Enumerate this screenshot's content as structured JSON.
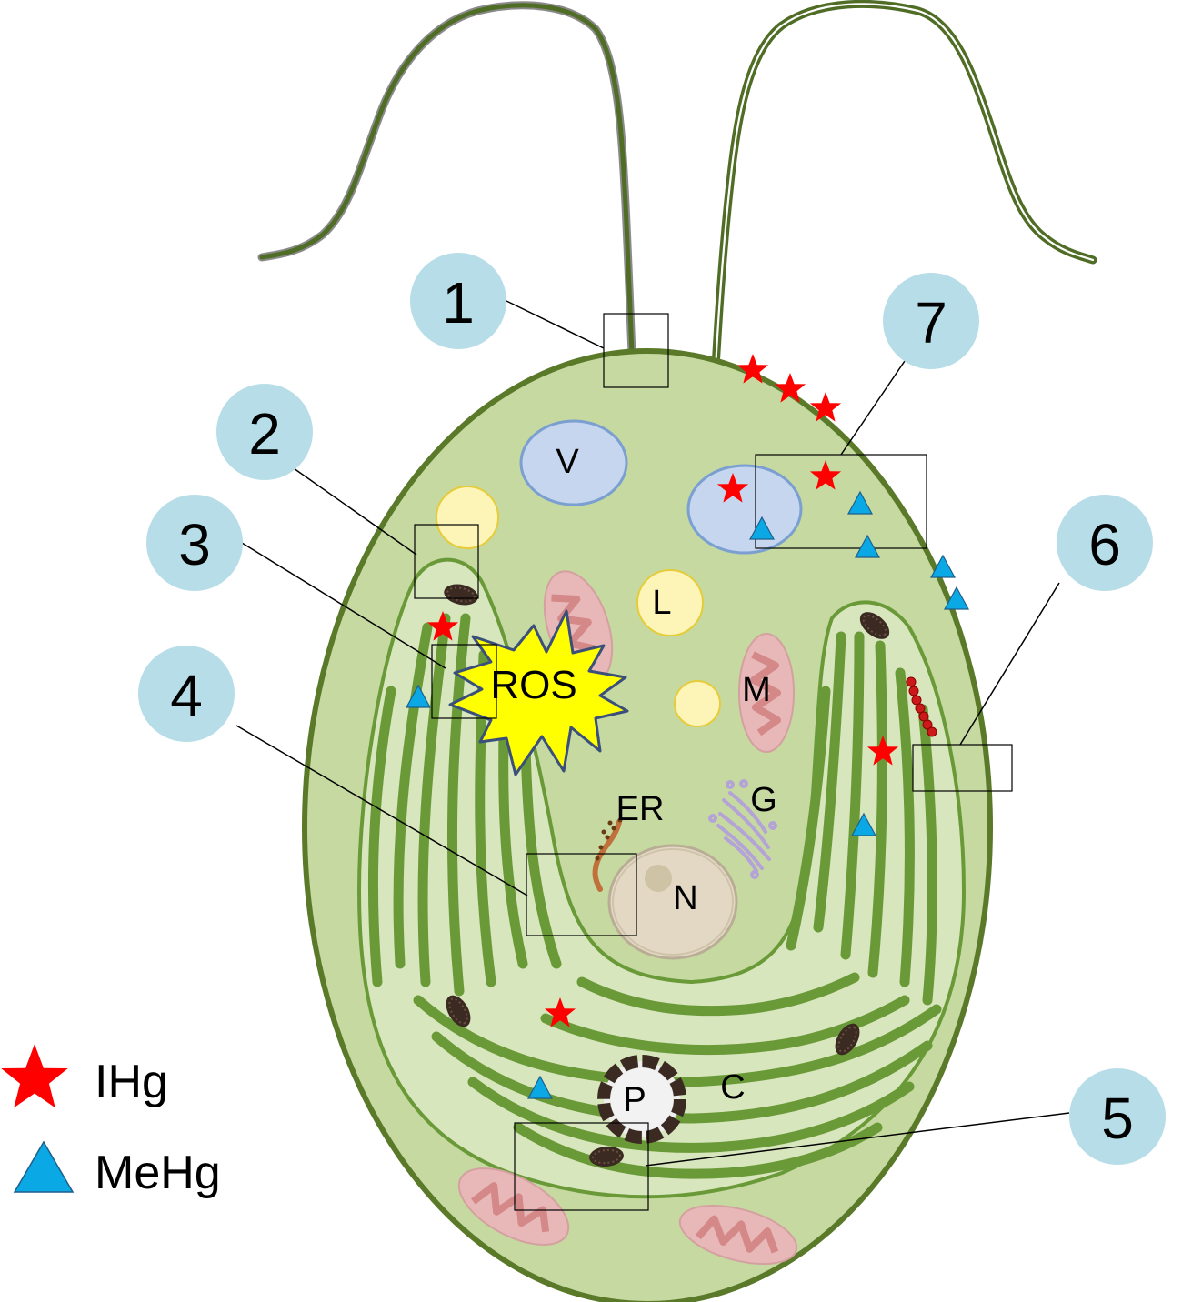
{
  "callouts": [
    "1",
    "2",
    "3",
    "4",
    "5",
    "6",
    "7"
  ],
  "organelles": {
    "vacuole": "V",
    "lipid": "L",
    "mitochondrion": "M",
    "er": "ER",
    "golgi": "G",
    "nucleus": "N",
    "pyrenoid": "P",
    "chloroplast": "C",
    "ros": "ROS"
  },
  "legend": {
    "ihg": "IHg",
    "mehg": "MeHg"
  },
  "colors": {
    "cytoplasm": "#c5d9a0",
    "membrane": "#5a7a2a",
    "thylakoid": "#6a9a38",
    "chloroplast_bg": "#d8e6bd",
    "vacuole": "#c6d6ee",
    "vacuole_edge": "#7a9fd0",
    "lipid": "#fdf5b8",
    "lipid_edge": "#e6cc3a",
    "mito": "#e8b8b8",
    "mito_inner": "#d48888",
    "nucleus": "#e2d8c4",
    "ros": "#ffff00",
    "ros_edge": "#3a4f7a",
    "callout": "#b7dde8",
    "ihg": "#ff0000",
    "mehg": "#0ba8e6"
  }
}
